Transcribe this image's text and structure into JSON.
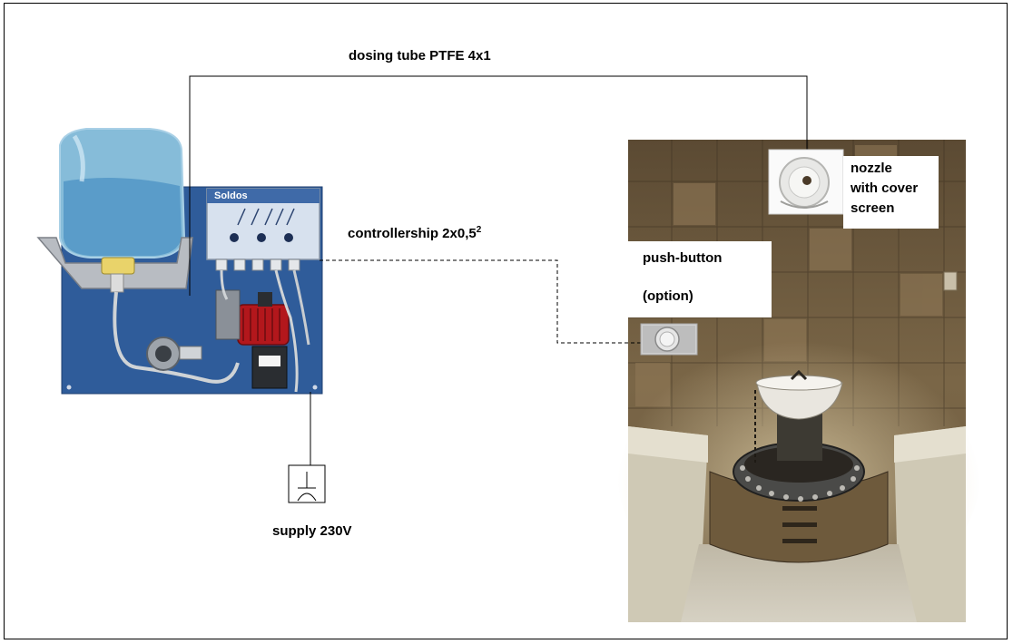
{
  "labels": {
    "dosing_tube": "dosing tube PTFE 4x1",
    "controllership": "controllership 2x0,5",
    "controllership_sup": "2",
    "push_button_line1": "push-button",
    "push_button_line2": "(option)",
    "nozzle_line1": "nozzle",
    "nozzle_line2": "with cover",
    "nozzle_line3": "screen",
    "supply": "supply 230V",
    "device_brand": "Soldos"
  },
  "colors": {
    "panel_blue": "#2f5c9a",
    "pump_red": "#b3171c",
    "canister_blue": "#7fb7d8"
  }
}
